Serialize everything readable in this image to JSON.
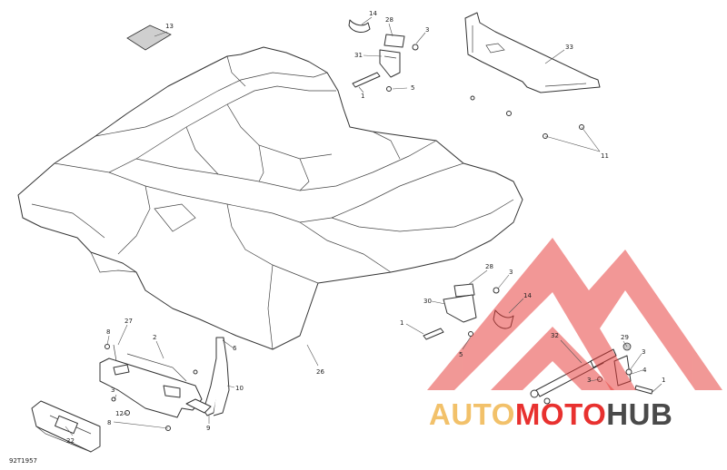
{
  "figure_code": "92T1957",
  "callouts": [
    {
      "id": "c1",
      "text": "13"
    },
    {
      "id": "c2",
      "text": "14"
    },
    {
      "id": "c3",
      "text": "28"
    },
    {
      "id": "c4",
      "text": "3"
    },
    {
      "id": "c5",
      "text": "33"
    },
    {
      "id": "c6",
      "text": "31"
    },
    {
      "id": "c7",
      "text": "5"
    },
    {
      "id": "c8",
      "text": "1"
    },
    {
      "id": "c9",
      "text": "11"
    },
    {
      "id": "c10",
      "text": "28"
    },
    {
      "id": "c11",
      "text": "3"
    },
    {
      "id": "c12",
      "text": "30"
    },
    {
      "id": "c13",
      "text": "14"
    },
    {
      "id": "c14",
      "text": "1"
    },
    {
      "id": "c15",
      "text": "5"
    },
    {
      "id": "c16",
      "text": "26"
    },
    {
      "id": "c17",
      "text": "27"
    },
    {
      "id": "c18",
      "text": "8"
    },
    {
      "id": "c19",
      "text": "2"
    },
    {
      "id": "c20",
      "text": "6"
    },
    {
      "id": "c21",
      "text": "10"
    },
    {
      "id": "c22",
      "text": "9"
    },
    {
      "id": "c23",
      "text": "3"
    },
    {
      "id": "c24",
      "text": "12"
    },
    {
      "id": "c25",
      "text": "8"
    },
    {
      "id": "c26",
      "text": "22"
    },
    {
      "id": "c27",
      "text": "32"
    },
    {
      "id": "c28",
      "text": "29"
    },
    {
      "id": "c29",
      "text": "3"
    },
    {
      "id": "c30",
      "text": "4"
    },
    {
      "id": "c31",
      "text": "3"
    },
    {
      "id": "c32",
      "text": "1"
    }
  ],
  "watermark": {
    "part1": "AUTO",
    "part2": "MOTO",
    "part3": "HUB",
    "colors": {
      "red": "#e8312f",
      "gold": "#f2c16a",
      "grey": "#4a4a4a",
      "logo_red": "#e53935"
    }
  }
}
